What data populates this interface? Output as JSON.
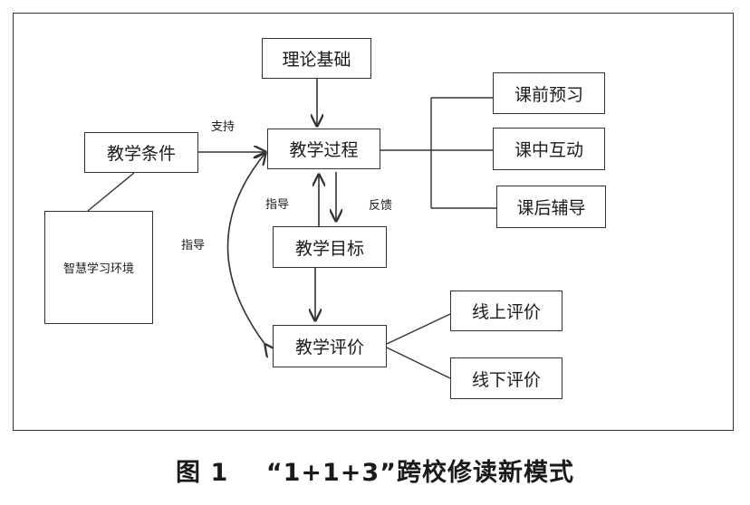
{
  "nodes": {
    "theory": "理论基础",
    "conditions": "教学条件",
    "environment": "智慧学习环境",
    "process": "教学过程",
    "goal": "教学目标",
    "evaluation": "教学评价",
    "pre_class": "课前预习",
    "in_class": "课中互动",
    "after_class": "课后辅导",
    "online": "线上评价",
    "offline": "线下评价"
  },
  "edge_labels": {
    "support": "支持",
    "guide_goal": "指导",
    "feedback": "反馈",
    "guide_eval": "指导"
  },
  "caption": {
    "figure": "图 1",
    "title": "“1+1+3”跨校修读新模式"
  }
}
